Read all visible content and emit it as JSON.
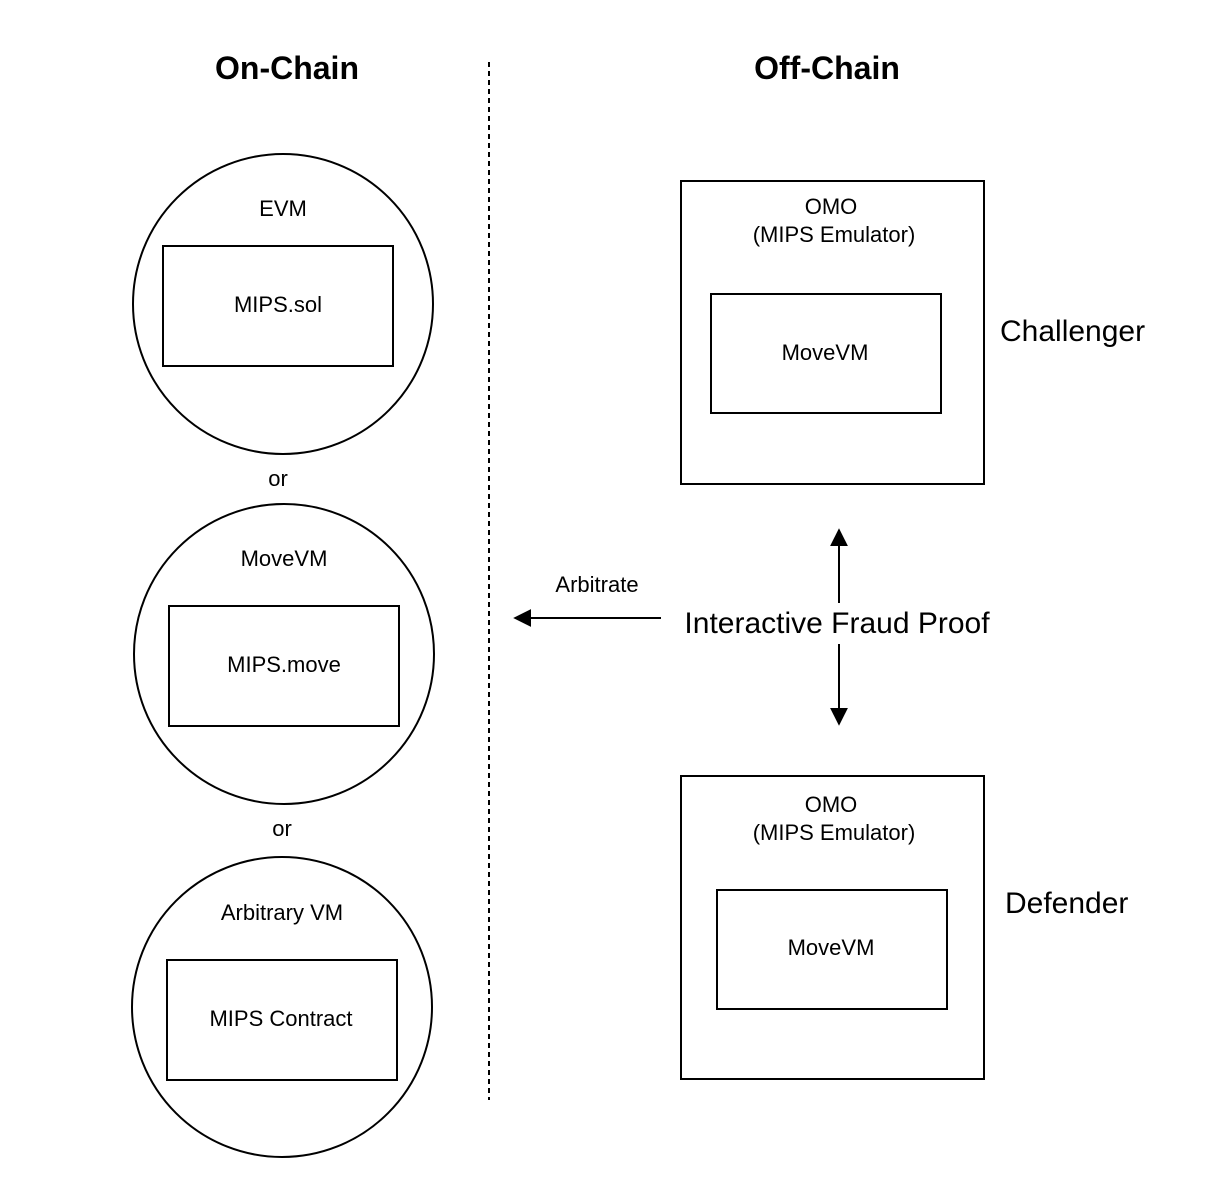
{
  "headings": {
    "on_chain": "On-Chain",
    "off_chain": "Off-Chain"
  },
  "on_chain": {
    "vms": [
      {
        "vm": "EVM",
        "contract": "MIPS.sol"
      },
      {
        "vm": "MoveVM",
        "contract": "MIPS.move"
      },
      {
        "vm": "Arbitrary VM",
        "contract": "MIPS Contract"
      }
    ],
    "separator": "or"
  },
  "off_chain": {
    "challenger": {
      "role": "Challenger",
      "emulator_line1": "OMO",
      "emulator_line2": "(MIPS Emulator)",
      "inner": "MoveVM"
    },
    "defender": {
      "role": "Defender",
      "emulator_line1": "OMO",
      "emulator_line2": "(MIPS Emulator)",
      "inner": "MoveVM"
    }
  },
  "fraud_proof": {
    "label": "Interactive Fraud Proof",
    "arbitrate_label": "Arbitrate"
  },
  "colors": {
    "stroke": "#000000",
    "background": "#ffffff"
  }
}
